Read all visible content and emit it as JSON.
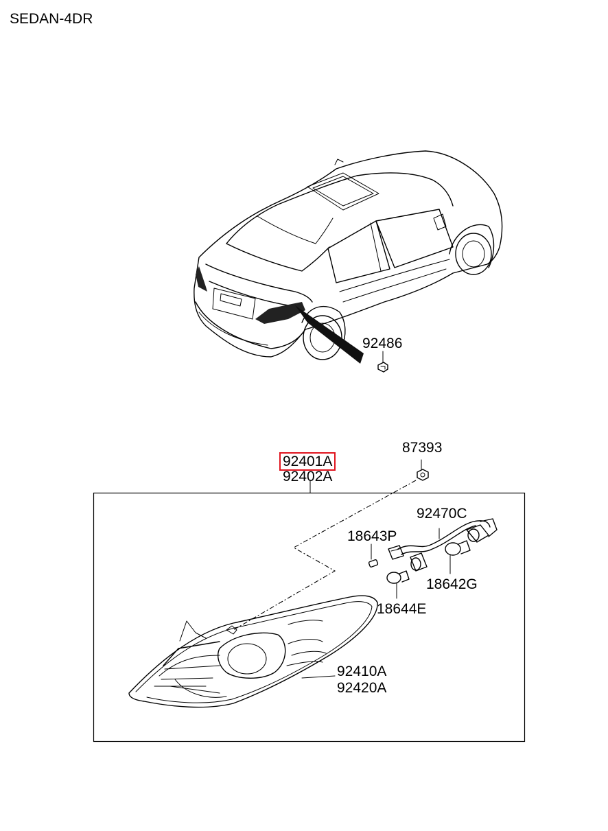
{
  "header": {
    "model": "SEDAN-4DR"
  },
  "parts": {
    "p92486": "92486",
    "p87393": "87393",
    "p92401A": "92401A",
    "p92402A": "92402A",
    "p92470C": "92470C",
    "p18643P": "18643P",
    "p18642G": "18642G",
    "p18644E": "18644E",
    "p92410A": "92410A",
    "p92420A": "92420A"
  },
  "highlight": {
    "part": "92401A",
    "color": "#e0141e"
  }
}
